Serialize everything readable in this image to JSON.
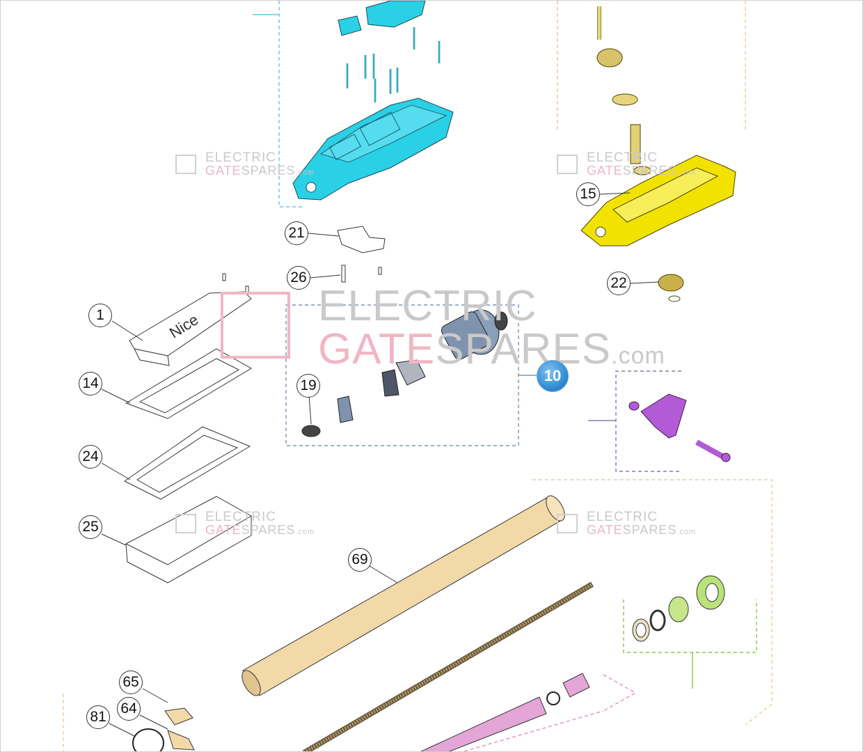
{
  "diagram": {
    "callouts": [
      {
        "id": "c1",
        "label": "1"
      },
      {
        "id": "c14",
        "label": "14"
      },
      {
        "id": "c24",
        "label": "24"
      },
      {
        "id": "c25",
        "label": "25"
      },
      {
        "id": "c21",
        "label": "21"
      },
      {
        "id": "c26",
        "label": "26"
      },
      {
        "id": "c19",
        "label": "19"
      },
      {
        "id": "c10",
        "label": "10"
      },
      {
        "id": "c15",
        "label": "15"
      },
      {
        "id": "c22",
        "label": "22"
      },
      {
        "id": "c69",
        "label": "69"
      },
      {
        "id": "c65",
        "label": "65"
      },
      {
        "id": "c64",
        "label": "64"
      },
      {
        "id": "c81",
        "label": "81"
      }
    ],
    "cover_logo": "Nice",
    "watermark": {
      "line1": "ELECTRIC",
      "line2_a": "GATE",
      "line2_b": "SPARES",
      "suffix": ".com"
    },
    "colors": {
      "cyan_part": "#2ad0e6",
      "yellow_part": "#f2e200",
      "purple_part": "#b35bd6",
      "green_part": "#b9e27a",
      "tube": "#f3d9a8",
      "motor": "#7f93ae",
      "pink_rod": "#e3a6d6"
    }
  }
}
